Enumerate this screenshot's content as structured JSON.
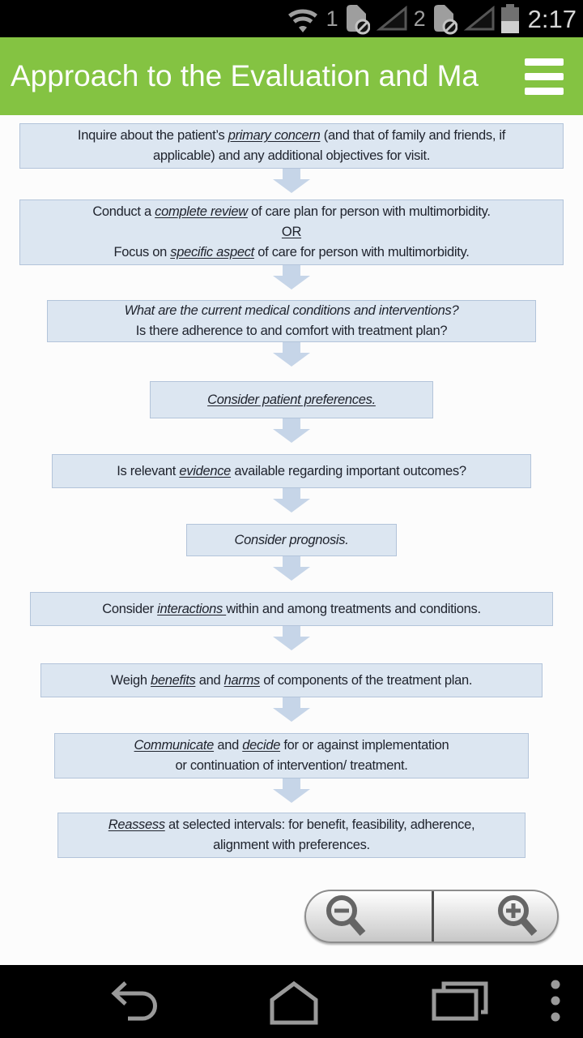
{
  "status_bar": {
    "time": "2:17",
    "sim1_label": "1",
    "sim2_label": "2"
  },
  "header": {
    "title": "Approach to the Evaluation and Ma"
  },
  "flow": {
    "boxes": [
      {
        "lines": [
          [
            {
              "t": "Inquire about the patient’s "
            },
            {
              "t": "primary concern",
              "i": true,
              "u": true
            },
            {
              "t": " (and that of family and friends, if"
            }
          ],
          [
            {
              "t": "applicable) and any additional objectives for visit."
            }
          ]
        ]
      },
      {
        "lines": [
          [
            {
              "t": "Conduct a "
            },
            {
              "t": "complete review",
              "i": true,
              "u": true
            },
            {
              "t": " of care plan for person with multimorbidity."
            }
          ],
          [
            {
              "t": "OR",
              "u": true
            }
          ],
          [
            {
              "t": "Focus on "
            },
            {
              "t": "specific aspect",
              "i": true,
              "u": true
            },
            {
              "t": " of care for person with multimorbidity."
            }
          ]
        ]
      },
      {
        "lines": [
          [
            {
              "t": "What are the current medical conditions and interventions?",
              "i": true
            }
          ],
          [
            {
              "t": "Is there adherence to and comfort with treatment plan?"
            }
          ]
        ]
      },
      {
        "lines": [
          [
            {
              "t": "Consider patient preferences. ",
              "i": true,
              "u": true
            }
          ]
        ]
      },
      {
        "lines": [
          [
            {
              "t": "Is relevant "
            },
            {
              "t": "evidence",
              "i": true,
              "u": true
            },
            {
              "t": " available regarding important outcomes?"
            }
          ]
        ]
      },
      {
        "lines": [
          [
            {
              "t": "Consider prognosis.",
              "i": true
            }
          ]
        ]
      },
      {
        "lines": [
          [
            {
              "t": "Consider "
            },
            {
              "t": "interactions ",
              "i": true,
              "u": true
            },
            {
              "t": "within and among treatments and conditions."
            }
          ]
        ]
      },
      {
        "lines": [
          [
            {
              "t": "Weigh "
            },
            {
              "t": "benefits",
              "i": true,
              "u": true
            },
            {
              "t": " and "
            },
            {
              "t": "harms",
              "i": true,
              "u": true
            },
            {
              "t": " of components of the treatment plan."
            }
          ]
        ]
      },
      {
        "lines": [
          [
            {
              "t": "Communicate",
              "i": true,
              "u": true
            },
            {
              "t": " and "
            },
            {
              "t": "decide",
              "i": true,
              "u": true
            },
            {
              "t": " for or against implementation"
            }
          ],
          [
            {
              "t": "or continuation of intervention/ treatment."
            }
          ]
        ]
      },
      {
        "lines": [
          [
            {
              "t": "Reassess",
              "i": true,
              "u": true
            },
            {
              "t": " at selected intervals: for benefit, feasibility, adherence,"
            }
          ],
          [
            {
              "t": "alignment with preferences."
            }
          ]
        ]
      }
    ]
  },
  "icons": {
    "status": [
      "wifi-icon",
      "sim1-no-sim-icon",
      "signal-triangle-1",
      "sim2-no-sim-icon",
      "signal-triangle-2",
      "battery-icon"
    ],
    "header": "hamburger-menu-icon",
    "zoom": [
      "zoom-out-icon",
      "zoom-in-icon"
    ],
    "nav": [
      "back-icon",
      "home-icon",
      "recents-icon",
      "overflow-icon"
    ]
  },
  "colors": {
    "header_green": "#84c342",
    "box_fill": "#dce6f1",
    "box_border": "#b3c4da",
    "arrow": "#c6d5e8",
    "ink": "#20242e",
    "statusbar_bg": "#000000",
    "nav_icon": "#9a9a9a",
    "status_icon": "#9e9e9e",
    "time_color": "#d6d6d6"
  }
}
